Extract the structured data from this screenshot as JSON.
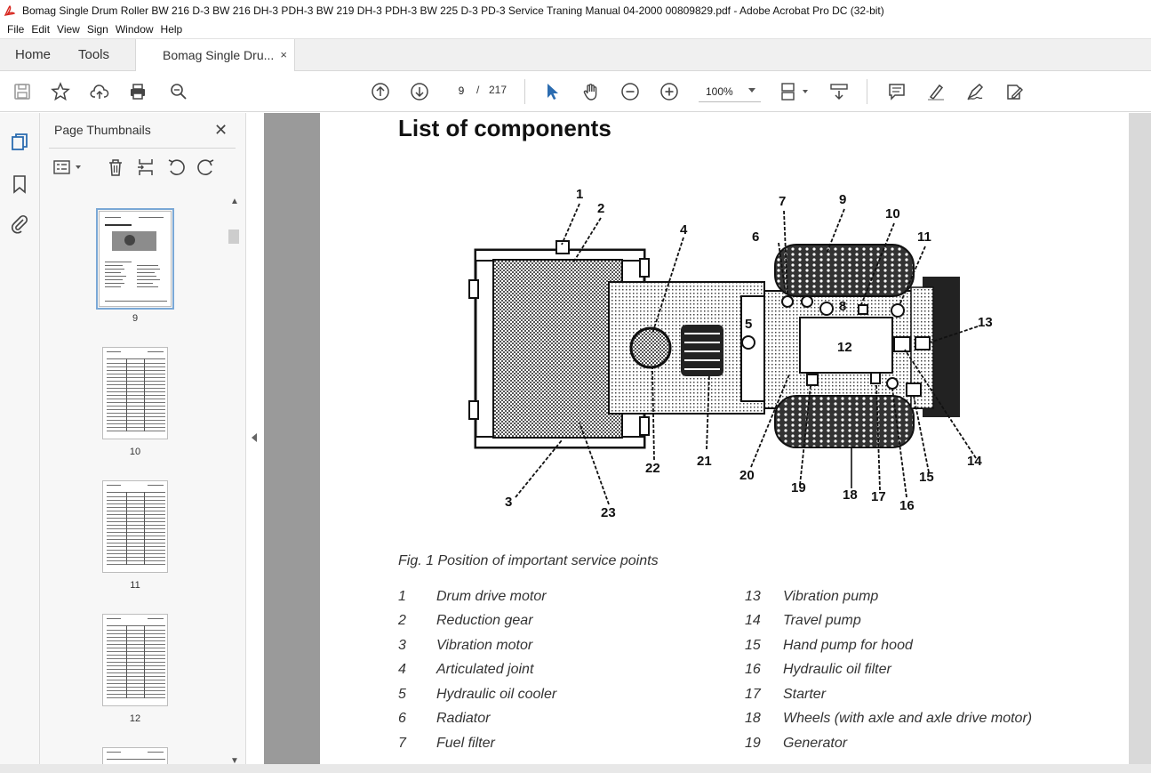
{
  "window": {
    "title": "Bomag Single Drum Roller BW 216 D-3 BW 216 DH-3 PDH-3 BW 219 DH-3 PDH-3 BW 225 D-3 PD-3 Service Traning Manual 04-2000 00809829.pdf - Adobe Acrobat Pro DC (32-bit)"
  },
  "menu": [
    "File",
    "Edit",
    "View",
    "Sign",
    "Window",
    "Help"
  ],
  "tabs": {
    "home": "Home",
    "tools": "Tools",
    "document": "Bomag Single Dru...",
    "close": "×"
  },
  "toolbar": {
    "page_current": "9",
    "page_sep": "/",
    "page_total": "217",
    "zoom": "100%"
  },
  "thumbnails": {
    "title": "Page Thumbnails",
    "close": "✕",
    "pages": [
      "9",
      "10",
      "11",
      "12"
    ]
  },
  "document": {
    "heading": "List of components",
    "caption": "Fig. 1 Position of important service points",
    "diagram_labels": [
      "1",
      "2",
      "3",
      "4",
      "5",
      "6",
      "7",
      "8",
      "9",
      "10",
      "11",
      "12",
      "13",
      "14",
      "15",
      "16",
      "17",
      "18",
      "19",
      "20",
      "21",
      "22",
      "23"
    ],
    "components_left": [
      {
        "num": "1",
        "name": "Drum drive motor"
      },
      {
        "num": "2",
        "name": "Reduction gear"
      },
      {
        "num": "3",
        "name": "Vibration motor"
      },
      {
        "num": "4",
        "name": "Articulated joint"
      },
      {
        "num": "5",
        "name": "Hydraulic oil cooler"
      },
      {
        "num": "6",
        "name": "Radiator"
      },
      {
        "num": "7",
        "name": "Fuel filter"
      }
    ],
    "components_right": [
      {
        "num": "13",
        "name": "Vibration pump"
      },
      {
        "num": "14",
        "name": "Travel pump"
      },
      {
        "num": "15",
        "name": "Hand pump for hood"
      },
      {
        "num": "16",
        "name": "Hydraulic oil filter"
      },
      {
        "num": "17",
        "name": "Starter"
      },
      {
        "num": "18",
        "name": "Wheels (with axle and axle drive motor)"
      },
      {
        "num": "19",
        "name": "Generator"
      }
    ]
  },
  "colors": {
    "accent_blue": "#2b6cb0",
    "doc_background": "#9a9a9a",
    "acrobat_red": "#d7261e"
  }
}
